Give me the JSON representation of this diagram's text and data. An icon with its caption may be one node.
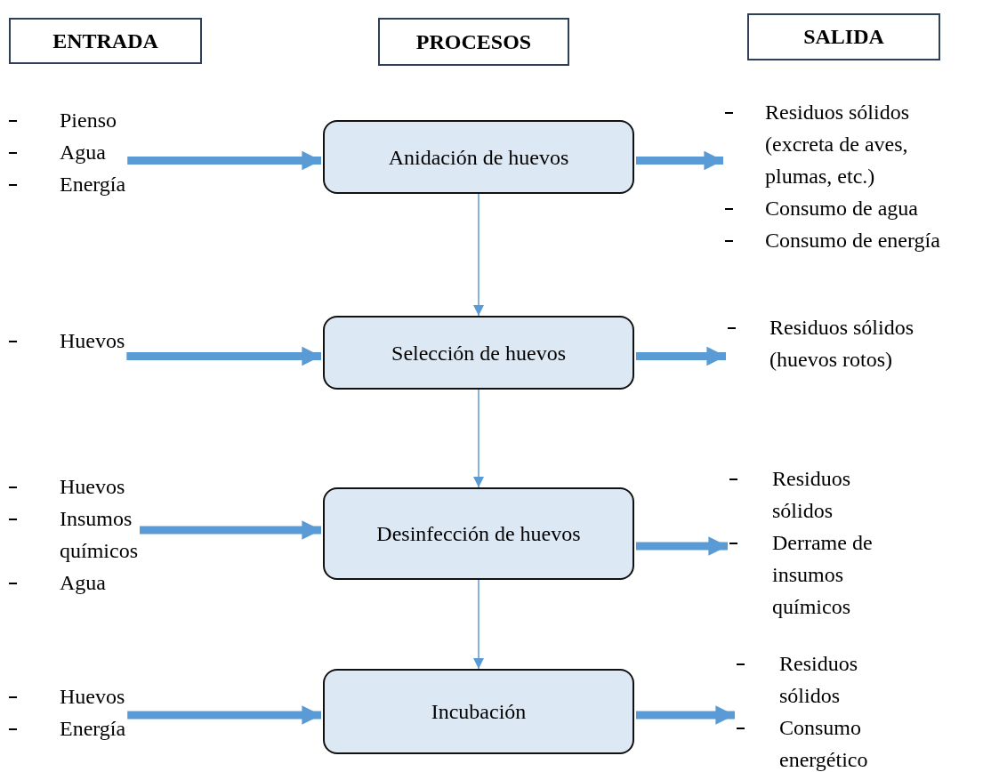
{
  "diagram": {
    "nodes": [
      {
        "text": [
          "ENTRADA"
        ]
      },
      {
        "text": [
          "PROCESOS"
        ]
      },
      {
        "text": [
          "SALIDA"
        ]
      },
      {
        "text": [
          "Pienso",
          "Agua",
          "Energía"
        ]
      },
      {
        "text": [
          "Anidación de huevos"
        ]
      },
      {
        "text": [
          "Residuos sólidos (excreta de aves, plumas, etc.)",
          "Consumo de agua",
          "Consumo de energía"
        ]
      },
      {
        "text": [
          "Huevos"
        ]
      },
      {
        "text": [
          "Selección de huevos"
        ]
      },
      {
        "text": [
          "Residuos sólidos (huevos rotos)"
        ]
      },
      {
        "text": [
          "Huevos",
          "Insumos químicos",
          "Agua"
        ]
      },
      {
        "text": [
          "Desinfección de huevos"
        ]
      },
      {
        "text": [
          "Residuos sólidos",
          "Derrame de insumos químicos"
        ]
      },
      {
        "text": [
          "Huevos",
          "Energía"
        ]
      },
      {
        "text": [
          "Incubación"
        ]
      },
      {
        "text": [
          "Residuos sólidos",
          "Consumo energético"
        ]
      }
    ],
    "edges": [
      {
        "from": 3,
        "to": 4,
        "arrow": "to"
      },
      {
        "from": 4,
        "to": 5,
        "arrow": "to"
      },
      {
        "from": 4,
        "to": 7,
        "arrow": "to"
      },
      {
        "from": 6,
        "to": 7,
        "arrow": "to"
      },
      {
        "from": 7,
        "to": 8,
        "arrow": "to"
      },
      {
        "from": 7,
        "to": 10,
        "arrow": "to"
      },
      {
        "from": 9,
        "to": 10,
        "arrow": "to"
      },
      {
        "from": 10,
        "to": 11,
        "arrow": "to"
      },
      {
        "from": 10,
        "to": 13,
        "arrow": "to"
      },
      {
        "from": 12,
        "to": 13,
        "arrow": "to"
      },
      {
        "from": 13,
        "to": 14,
        "arrow": "to"
      }
    ]
  }
}
